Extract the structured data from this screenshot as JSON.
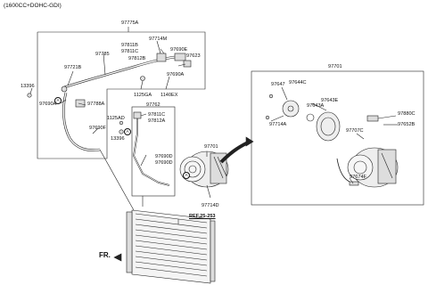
{
  "header": {
    "engine_note": "(1600CC+DOHC-GDI)"
  },
  "labels": {
    "p97775A": "97775A",
    "p97714M": "97714M",
    "p97811B": "97811B",
    "p97811C_top": "97811C",
    "p97690E": "97690E",
    "p97785": "97785",
    "p97812B": "97812B",
    "p97623": "97623",
    "p97721B": "97721B",
    "p97690A_top": "97690A",
    "p13396_left": "13396",
    "p1125GA": "1125GA",
    "p1140EX": "1140EX",
    "p97690A_left": "97690A",
    "p97788A": "97788A",
    "p97762": "97762",
    "p1125AD": "1125AD",
    "p97811C_mid": "97811C",
    "p97812A": "97812A",
    "p97690F": "97690F",
    "p13396_mid": "13396",
    "p97690D": "97690D",
    "p97690D_2": "97690D",
    "p97701_main": "97701",
    "p97714D": "97714D",
    "p97701_box": "97701",
    "p97647": "97647",
    "p97644C": "97644C",
    "p97643E": "97643E",
    "p97643A": "97643A",
    "p97714A": "97714A",
    "p97880C": "97880C",
    "p97652B": "97652B",
    "p97707C": "97707C",
    "p97674F": "97674F",
    "ref": "REF.25-253",
    "fr": "FR."
  },
  "callouts": {
    "a": "A"
  }
}
